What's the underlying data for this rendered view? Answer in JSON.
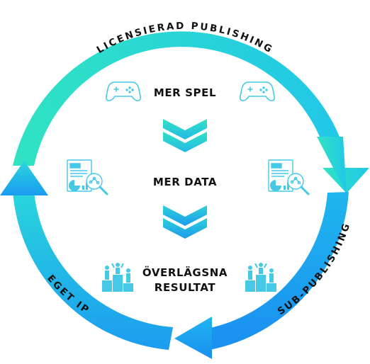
{
  "cycle": {
    "top_label": "LICENSIERAD PUBLISHING",
    "right_label": "SUB-PUBLISHING",
    "left_label": "EGET IP"
  },
  "center": {
    "step1": "MER SPEL",
    "step2": "MER DATA",
    "step3_line1": "ÖVERLÄGSNA",
    "step3_line2": "RESULTAT"
  },
  "icons": {
    "step1": "gamepad-icon",
    "step2": "data-report-icon",
    "step3": "podium-icon",
    "arrows": "double-chevron-down-icon"
  },
  "colors": {
    "teal": "#2fe0c4",
    "cyan": "#22c6ea",
    "blue": "#1a8ff0",
    "icon_stroke": "#45c9e6",
    "text": "#111111"
  }
}
